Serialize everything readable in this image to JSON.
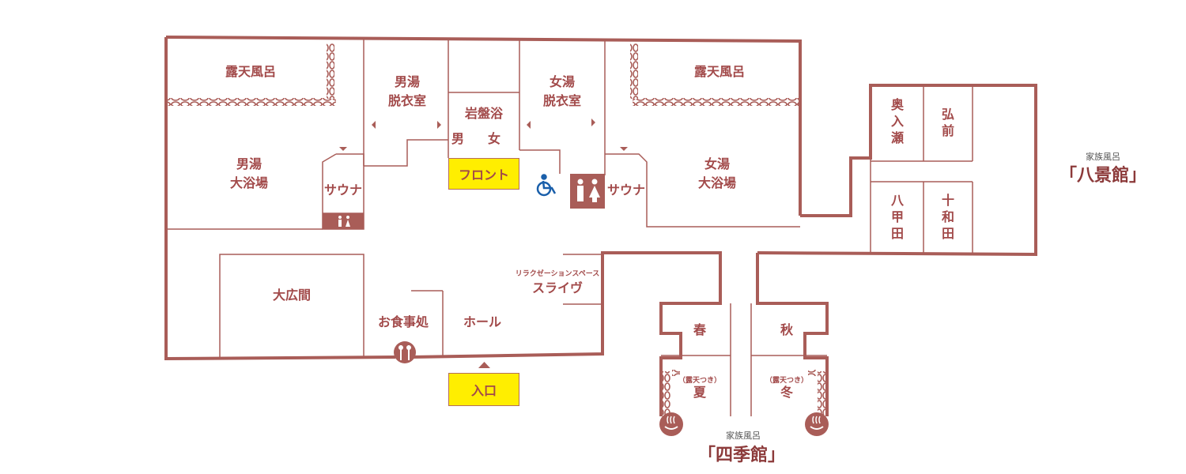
{
  "colors": {
    "wall": "#a95d58",
    "accent": "#ffee00",
    "label": "#a24a4a",
    "icon_blue": "#1a5faa"
  },
  "main_building": {
    "outdoor_bath_men": "露天風呂",
    "men_changing": [
      "男湯",
      "脱衣室"
    ],
    "rock_bath": "岩盤浴",
    "rock_bath_men": "男",
    "rock_bath_women": "女",
    "women_changing": [
      "女湯",
      "脱衣室"
    ],
    "outdoor_bath_women": "露天風呂",
    "men_bath": [
      "男湯",
      "大浴場"
    ],
    "women_bath": [
      "女湯",
      "大浴場"
    ],
    "sauna_men": "サウナ",
    "sauna_women": "サウナ",
    "front": "フロント",
    "relax_sub": "リラクゼーションスペース",
    "relax_name": "スライヴ",
    "hall_large": "大広間",
    "restaurant": "お食事処",
    "hall": "ホール",
    "entrance": "入口"
  },
  "hakkeikan": {
    "caption": "家族風呂",
    "name": "「八景館」",
    "rooms": [
      {
        "lines": [
          "奥",
          "入",
          "瀬"
        ]
      },
      {
        "lines": [
          "弘",
          "前"
        ]
      },
      {
        "lines": [
          "八",
          "甲",
          "田"
        ]
      },
      {
        "lines": [
          "十",
          "和",
          "田"
        ]
      }
    ]
  },
  "shikikan": {
    "caption": "家族風呂",
    "name": "「四季館」",
    "spring": "春",
    "autumn": "秋",
    "summer_note": "（露天つき）",
    "summer": "夏",
    "winter_note": "（露天つき）",
    "winter": "冬"
  },
  "icons": [
    "wheelchair-icon",
    "restroom-icon",
    "restaurant-icon",
    "hot-spring-icon"
  ]
}
